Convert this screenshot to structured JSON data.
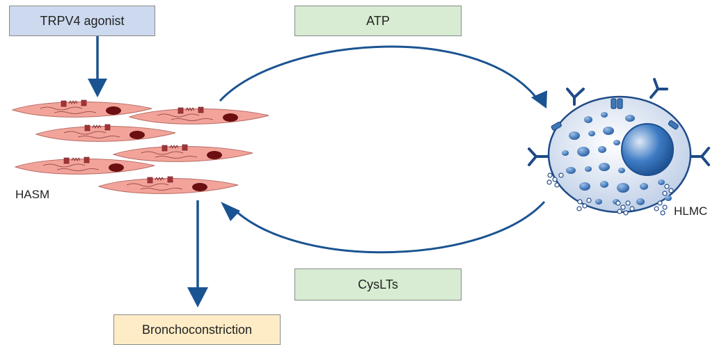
{
  "boxes": {
    "trpv4_agonist": "TRPV4 agonist",
    "atp": "ATP",
    "cyslts": "CysLTs",
    "bronchoconstriction": "Bronchoconstriction"
  },
  "labels": {
    "hasm": "HASM",
    "hlmc": "HLMC"
  },
  "colors": {
    "arrow": "#1a5391",
    "smooth_muscle": "#f2a49b",
    "nucleus": "#6b0f12",
    "channel": "#b23a3e",
    "mast_cell_body": "#cfdcef",
    "granule": "#3f78b8",
    "receptor": "#1f4a87"
  }
}
